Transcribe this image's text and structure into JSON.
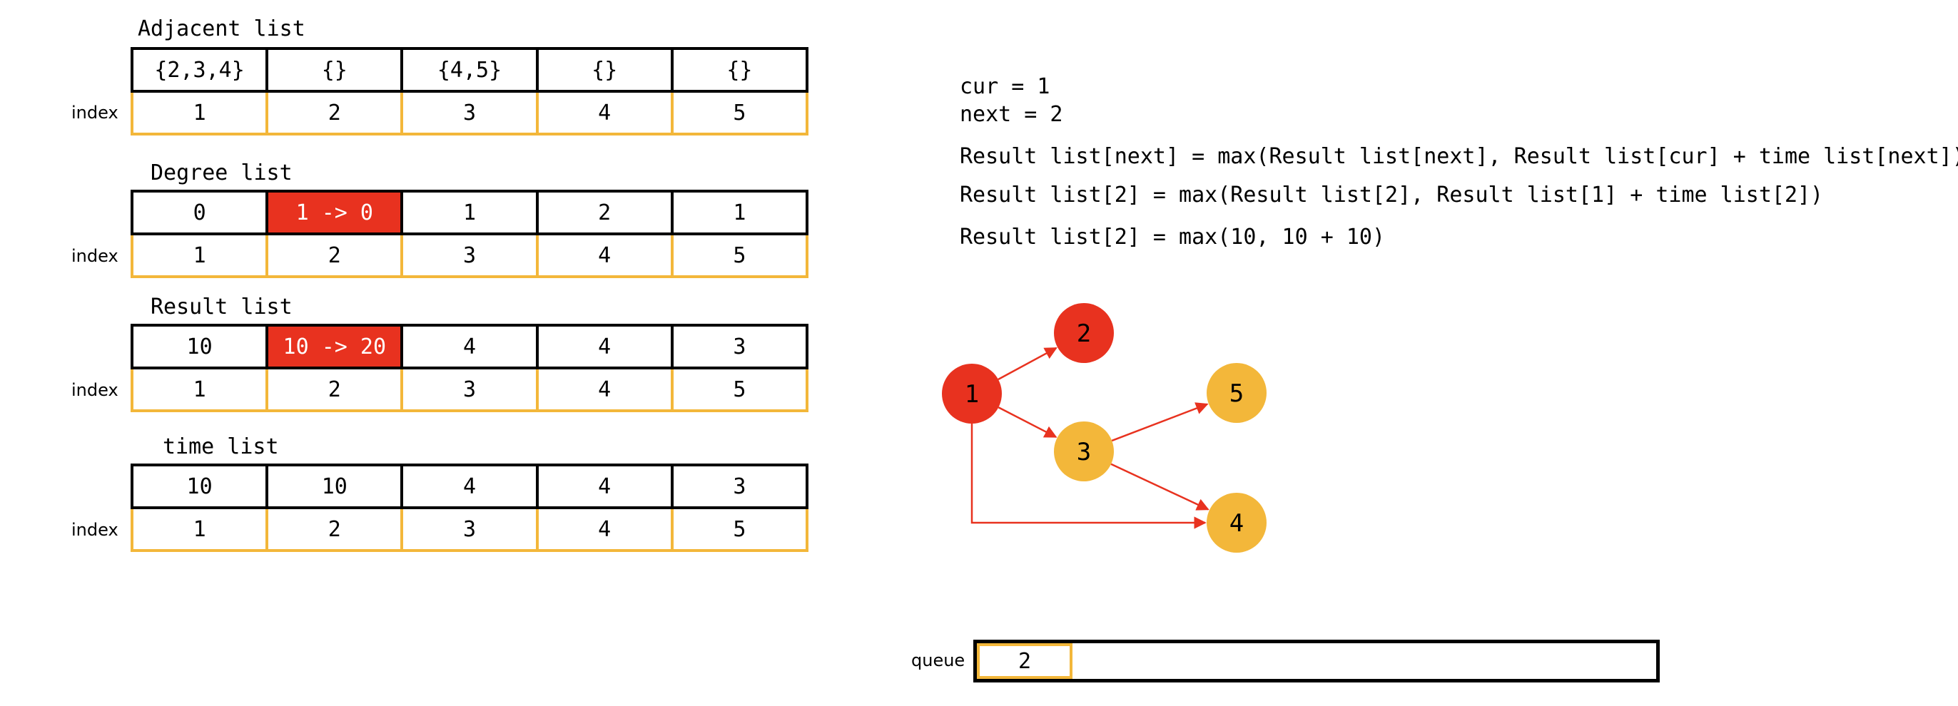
{
  "tables": [
    {
      "title": "Adjacent list",
      "values": [
        "{2,3,4}",
        "{}",
        "{4,5}",
        "{}",
        "{}"
      ],
      "highlight": [],
      "index_label": "index",
      "indices": [
        "1",
        "2",
        "3",
        "4",
        "5"
      ]
    },
    {
      "title": "Degree list",
      "values": [
        "0",
        "1 -> 0",
        "1",
        "2",
        "1"
      ],
      "highlight": [
        1
      ],
      "index_label": "index",
      "indices": [
        "1",
        "2",
        "3",
        "4",
        "5"
      ]
    },
    {
      "title": "Result list",
      "values": [
        "10",
        "10 -> 20",
        "4",
        "4",
        "3"
      ],
      "highlight": [
        1
      ],
      "index_label": "index",
      "indices": [
        "1",
        "2",
        "3",
        "4",
        "5"
      ]
    },
    {
      "title": "time list",
      "values": [
        "10",
        "10",
        "4",
        "4",
        "3"
      ],
      "highlight": [],
      "index_label": "index",
      "indices": [
        "1",
        "2",
        "3",
        "4",
        "5"
      ]
    }
  ],
  "equations": {
    "cur": "cur = 1",
    "next": "next = 2",
    "line1": "Result list[next] = max(Result list[next], Result list[cur] + time list[next])",
    "line2": "Result list[2] = max(Result list[2], Result list[1] + time list[2])",
    "line3": "Result list[2] = max(10, 10 + 10)"
  },
  "graph": {
    "nodes": [
      {
        "label": "1",
        "color": "#e8321f"
      },
      {
        "label": "2",
        "color": "#e8321f"
      },
      {
        "label": "3",
        "color": "#f3b73a"
      },
      {
        "label": "4",
        "color": "#f3b73a"
      },
      {
        "label": "5",
        "color": "#f3b73a"
      }
    ],
    "edges": [
      [
        "1",
        "2"
      ],
      [
        "1",
        "3"
      ],
      [
        "1",
        "4"
      ],
      [
        "3",
        "5"
      ],
      [
        "3",
        "4"
      ]
    ],
    "edge_color": "#e8321f"
  },
  "queue": {
    "label": "queue",
    "items": [
      "2"
    ]
  },
  "colors": {
    "highlight": "#e8321f",
    "index_border": "#f3b73a",
    "node_pending": "#f3b73a"
  }
}
